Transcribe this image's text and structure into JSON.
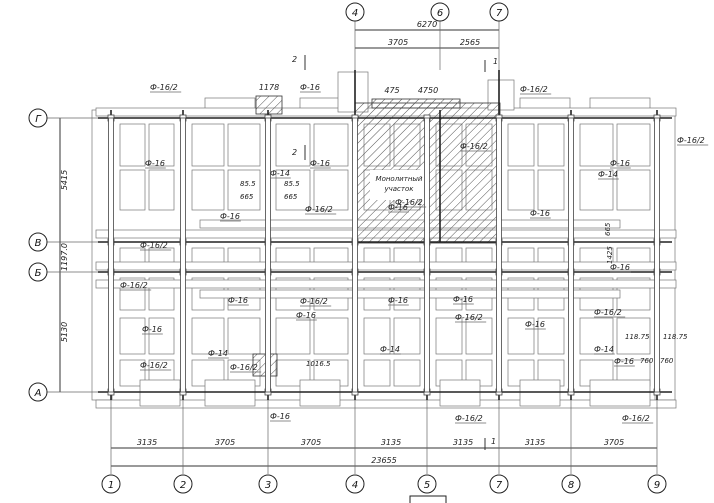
{
  "axes_horizontal": [
    "1",
    "2",
    "3",
    "4",
    "5",
    "7",
    "8",
    "9"
  ],
  "axes_top": [
    "4",
    "6",
    "7"
  ],
  "axes_vertical": [
    "Г",
    "В",
    "Б",
    "А"
  ],
  "dims_bottom": [
    "3135",
    "3705",
    "3705",
    "3135",
    "3135",
    "3135",
    "3705"
  ],
  "dim_total": "23655",
  "dims_top": {
    "total": "6270",
    "left": "3705",
    "right": "2565"
  },
  "dims_left": {
    "a": "5415",
    "b": "1197.0",
    "c": "5130"
  },
  "dim_top_local": {
    "a": "1178",
    "b": "475",
    "c": "4750"
  },
  "dim_small": {
    "a": "85.5",
    "b": "85.5",
    "c": "665",
    "d": "665",
    "e": "1016.5",
    "f": "118.75",
    "g": "118.75",
    "h": "760",
    "i": "760",
    "j": "665",
    "k": "1425"
  },
  "section_marks": [
    "2",
    "2",
    "1",
    "1"
  ],
  "hatch_label": [
    "Монолитный",
    "участок"
  ],
  "labels": {
    "f16_2": "Ф-16/2",
    "f16": "Ф-16",
    "f14": "Ф-14"
  },
  "colors": {
    "line": "#222222",
    "thin": "#666666",
    "paper": "#ffffff"
  }
}
